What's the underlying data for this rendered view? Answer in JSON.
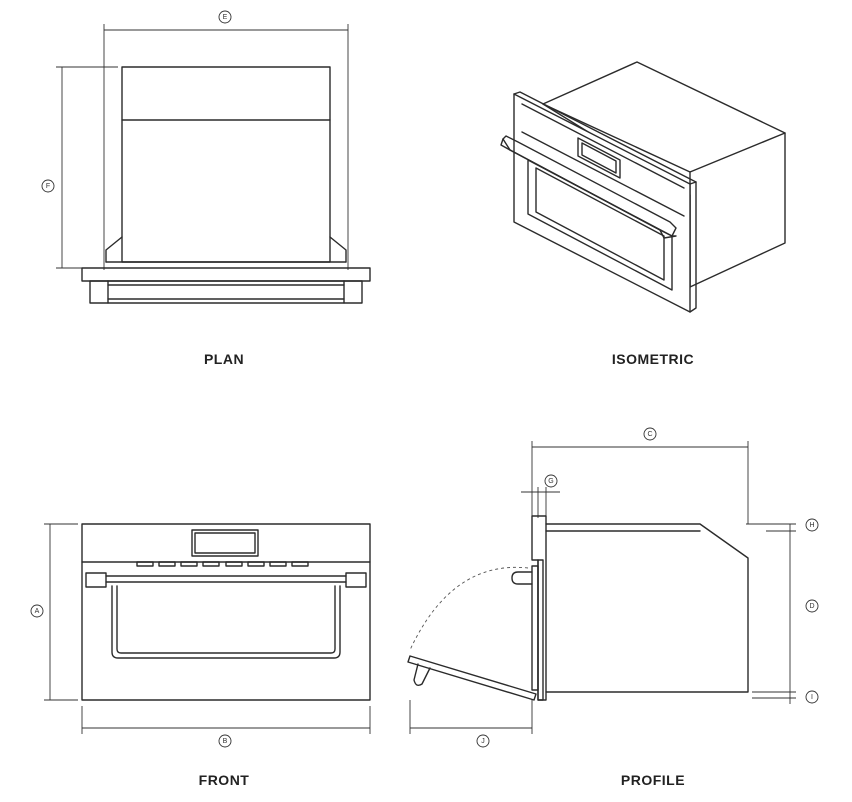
{
  "views": {
    "plan": "PLAN",
    "isometric": "ISOMETRIC",
    "front": "FRONT",
    "profile": "PROFILE"
  },
  "dimension_labels": {
    "a": "A",
    "b": "B",
    "c": "C",
    "d": "D",
    "e": "E",
    "f": "F",
    "g": "G",
    "h": "H",
    "i": "I",
    "j": "J"
  },
  "colors": {
    "line": "#2b2b2b",
    "background": "#ffffff"
  }
}
